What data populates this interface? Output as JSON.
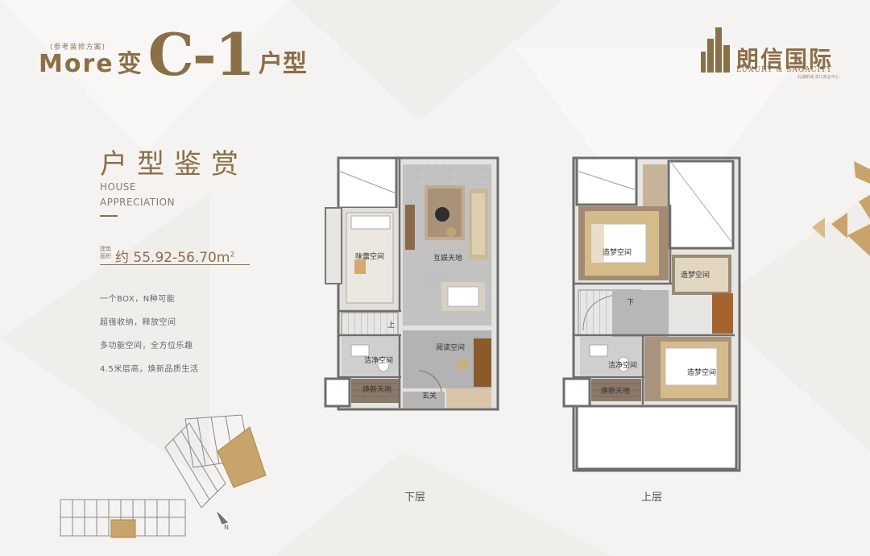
{
  "header": {
    "ref_note": "(参考装修方案)",
    "title_more": "More",
    "title_bian": "变",
    "title_code": "C-1",
    "title_type": "户型"
  },
  "brand": {
    "name_cn": "朗信国际",
    "name_en": "LUXURY & SAGACITY",
    "tagline": "北湖新城·滨江商业中心",
    "color": "#8b6f47"
  },
  "intro": {
    "title": "户型鉴赏",
    "en_line1": "HOUSE",
    "en_line2": "APPRECIATION",
    "area_label": "建筑面积",
    "area_prefix": "约",
    "area_value": "55.92-56.70m",
    "area_sup": "2",
    "features": [
      "一个BOX，N种可能",
      "超强收纳，释放空间",
      "多功能空间，全方位乐趣",
      "4.5米层高，焕新品质生活"
    ]
  },
  "lower_floor": {
    "caption": "下层",
    "rooms": {
      "kitchen": "味蕾空间",
      "living": "互娱天地",
      "reading": "阅读空间",
      "bath": "洁净空间",
      "balcony": "焕新天地",
      "entry": "玄关",
      "stair_up": "上"
    }
  },
  "upper_floor": {
    "caption": "上层",
    "rooms": {
      "bed1": "造梦空间",
      "bed2": "造梦空间",
      "bed3": "造梦空间",
      "bath": "洁净空间",
      "balcony": "焕新天地",
      "stair_down": "下"
    }
  },
  "site_plan": {
    "compass": "N"
  }
}
